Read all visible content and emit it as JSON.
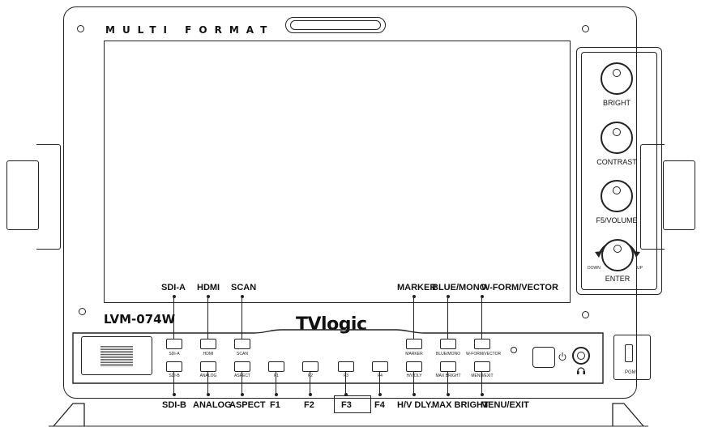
{
  "brand_text": "MULTI FORMAT",
  "model": "LVM-074W",
  "logo": "TVlogic",
  "knobs": [
    {
      "label": "BRIGHT"
    },
    {
      "label": "CONTRAST"
    },
    {
      "label": "F5/VOLUME"
    },
    {
      "label": "ENTER",
      "left": "DOWN",
      "right": "UP"
    }
  ],
  "top_buttons": [
    {
      "label": "SDI-A",
      "callout": "SDI-A"
    },
    {
      "label": "HDMI",
      "callout": "HDMI"
    },
    {
      "label": "SCAN",
      "callout": "SCAN"
    },
    {
      "label": "MARKER",
      "callout": "MARKER"
    },
    {
      "label": "BLUE/MONO",
      "callout": "BLUE/MONO"
    },
    {
      "label": "W-FORM/VECTOR",
      "callout": "W-FORM/VECTOR"
    }
  ],
  "bottom_buttons": [
    {
      "label": "SDI-B",
      "callout": "SDI-B"
    },
    {
      "label": "ANALOG",
      "callout": "ANALOG"
    },
    {
      "label": "ASPECT",
      "callout": "ASPECT"
    },
    {
      "label": "F1",
      "callout": "F1"
    },
    {
      "label": "F2",
      "callout": "F2"
    },
    {
      "label": "F3",
      "callout": "F3"
    },
    {
      "label": "F4",
      "callout": "F4"
    },
    {
      "label": "H/V DLY",
      "callout": "H/V DLY."
    },
    {
      "label": "MAX BRIGHT",
      "callout": "MAX BRIGHT"
    },
    {
      "label": "MENU/EXIT",
      "callout": "MENU/EXIT"
    }
  ],
  "pgm_label": "PGM"
}
